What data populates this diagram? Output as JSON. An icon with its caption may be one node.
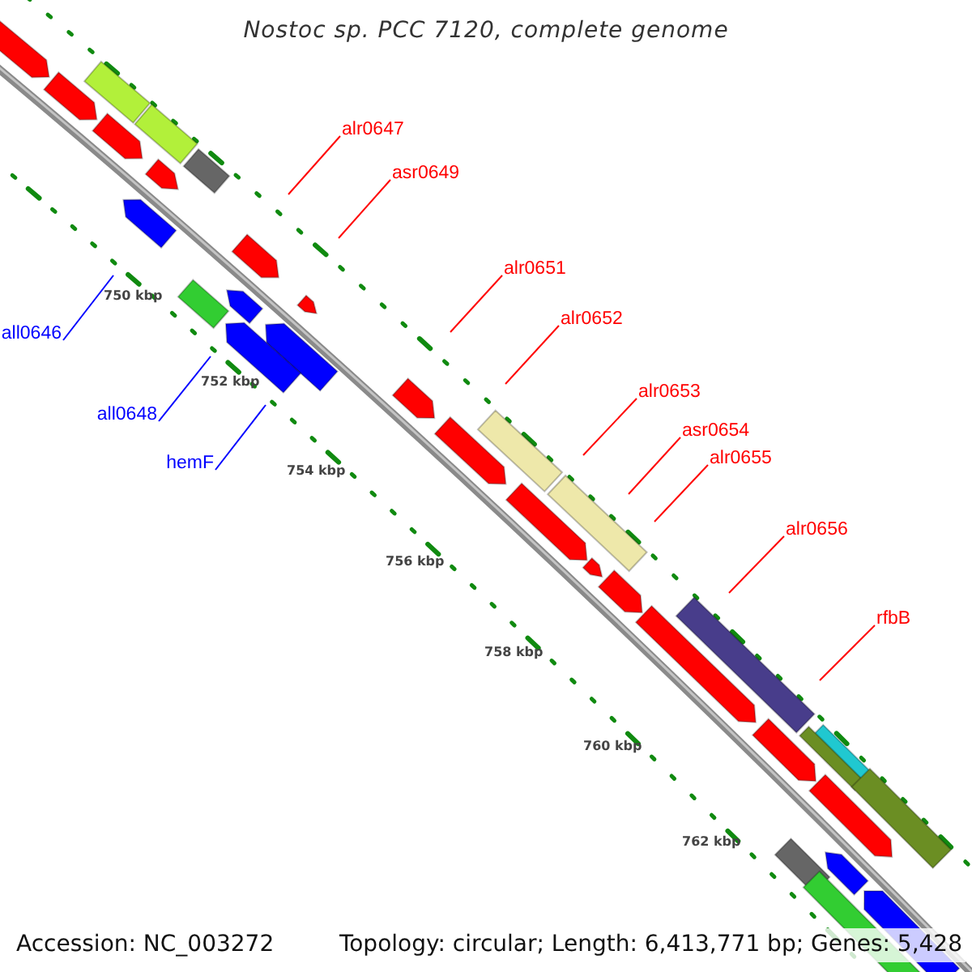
{
  "diagram": {
    "title": "Nostoc sp. PCC 7120, complete genome",
    "nodes": [
      {
        "text": [
          "alr0647"
        ]
      },
      {
        "text": [
          "asr0649"
        ]
      },
      {
        "text": [
          "alr0651"
        ]
      },
      {
        "text": [
          "alr0652"
        ]
      },
      {
        "text": [
          "alr0653"
        ]
      },
      {
        "text": [
          "asr0654"
        ]
      },
      {
        "text": [
          "alr0655"
        ]
      },
      {
        "text": [
          "alr0656"
        ]
      },
      {
        "text": [
          "rfbB"
        ]
      },
      {
        "text": [
          "all0646"
        ]
      },
      {
        "text": [
          "all0648"
        ]
      },
      {
        "text": [
          "hemF"
        ]
      }
    ],
    "edges": [
      {
        "from": 0,
        "to": null,
        "arrow": "none"
      },
      {
        "from": 1,
        "to": null,
        "arrow": "none"
      },
      {
        "from": 2,
        "to": null,
        "arrow": "none"
      },
      {
        "from": 3,
        "to": null,
        "arrow": "none"
      },
      {
        "from": 4,
        "to": null,
        "arrow": "none"
      },
      {
        "from": 5,
        "to": null,
        "arrow": "none"
      },
      {
        "from": 6,
        "to": null,
        "arrow": "none"
      },
      {
        "from": 7,
        "to": null,
        "arrow": "none"
      },
      {
        "from": 8,
        "to": null,
        "arrow": "none"
      },
      {
        "from": 9,
        "to": null,
        "arrow": "none",
        "color": "#0000ff"
      },
      {
        "from": 10,
        "to": null,
        "arrow": "none",
        "color": "#0000ff"
      },
      {
        "from": 11,
        "to": null,
        "arrow": "none",
        "color": "#0000ff"
      }
    ],
    "labels": [
      "750 kbp",
      "752 kbp",
      "754 kbp",
      "756 kbp",
      "758 kbp",
      "760 kbp",
      "762 kbp",
      "Accession: NC_003272",
      "Topology: circular; Length: 6,413,771 bp; Genes: 5,428"
    ]
  }
}
